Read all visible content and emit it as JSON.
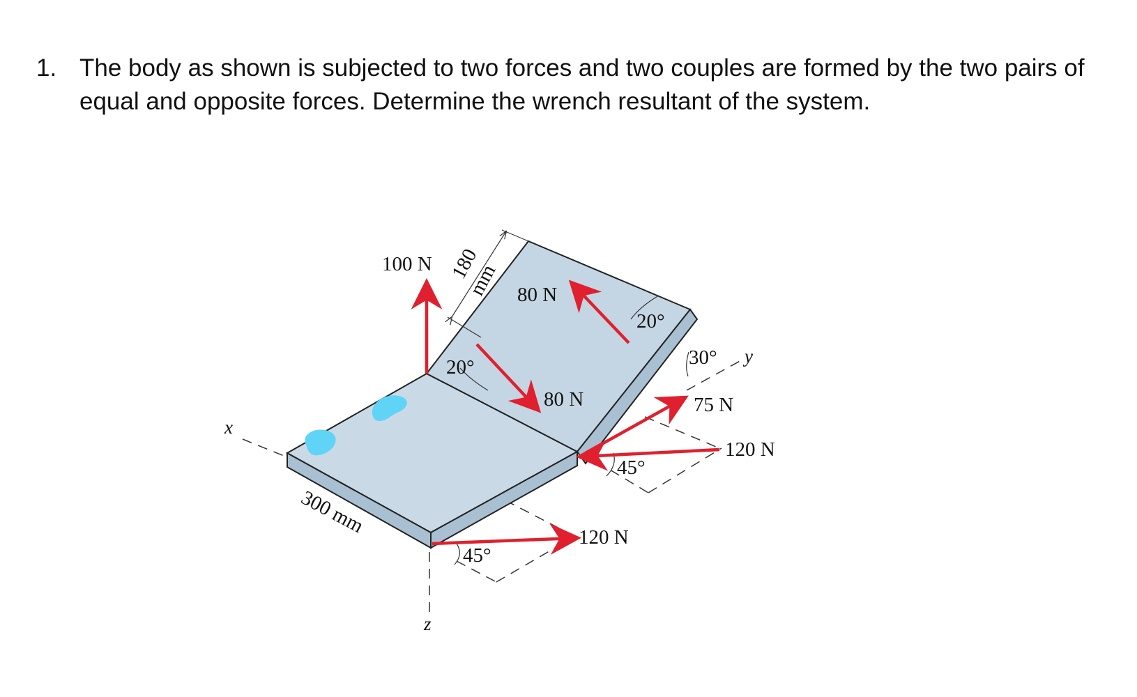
{
  "problem": {
    "number": "1.",
    "text": "The body as shown is subjected to two forces and two couples are formed by the two pairs of equal and opposite forces. Determine the wrench resultant of the system."
  },
  "figure": {
    "axes": {
      "x": "x",
      "y": "y",
      "z": "z"
    },
    "dimensions": {
      "length": "300 mm",
      "width_top": "180",
      "width_bottom": "mm"
    },
    "forces": {
      "vertical": "100 N",
      "couple_upper": "80 N",
      "couple_lower": "80 N",
      "oblique": "75 N",
      "horizontal_top": "120 N",
      "horizontal_bottom": "120 N"
    },
    "angles": {
      "fold_left": "20°",
      "fold_right": "20°",
      "thirty": "30°",
      "forty_five_top": "45°",
      "forty_five_bottom": "45°"
    },
    "colors": {
      "plate_face": "#c9dae6",
      "plate_edge": "#a9c0d2",
      "force": "#e0202e",
      "blob": "#5fd4f6"
    }
  }
}
